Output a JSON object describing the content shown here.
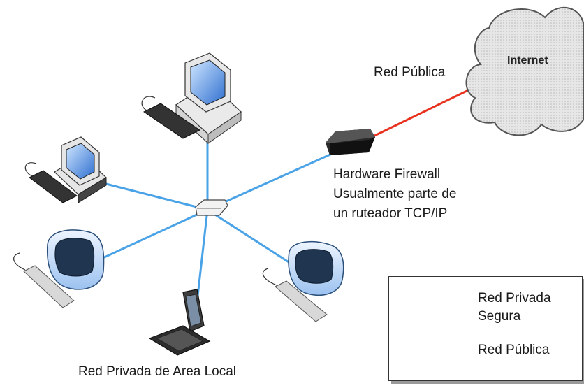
{
  "labels": {
    "internet": "Internet",
    "public_net": "Red Pública",
    "firewall": [
      "Hardware Firewall",
      "Usualmente parte de",
      "un ruteador TCP/IP"
    ],
    "lan": "Red Privada de Area Local"
  },
  "legend": {
    "private": [
      "Red Privada",
      "Segura"
    ],
    "public": "Red Pública"
  },
  "colors": {
    "private_link": "#4aa3e6",
    "public_link": "#e8321e",
    "cloud_fill": "#dfdfdf"
  },
  "nodes": [
    "desktop-tower",
    "desktop-left",
    "imac-left",
    "imac-right",
    "laptop",
    "switch",
    "firewall-router",
    "internet-cloud"
  ]
}
